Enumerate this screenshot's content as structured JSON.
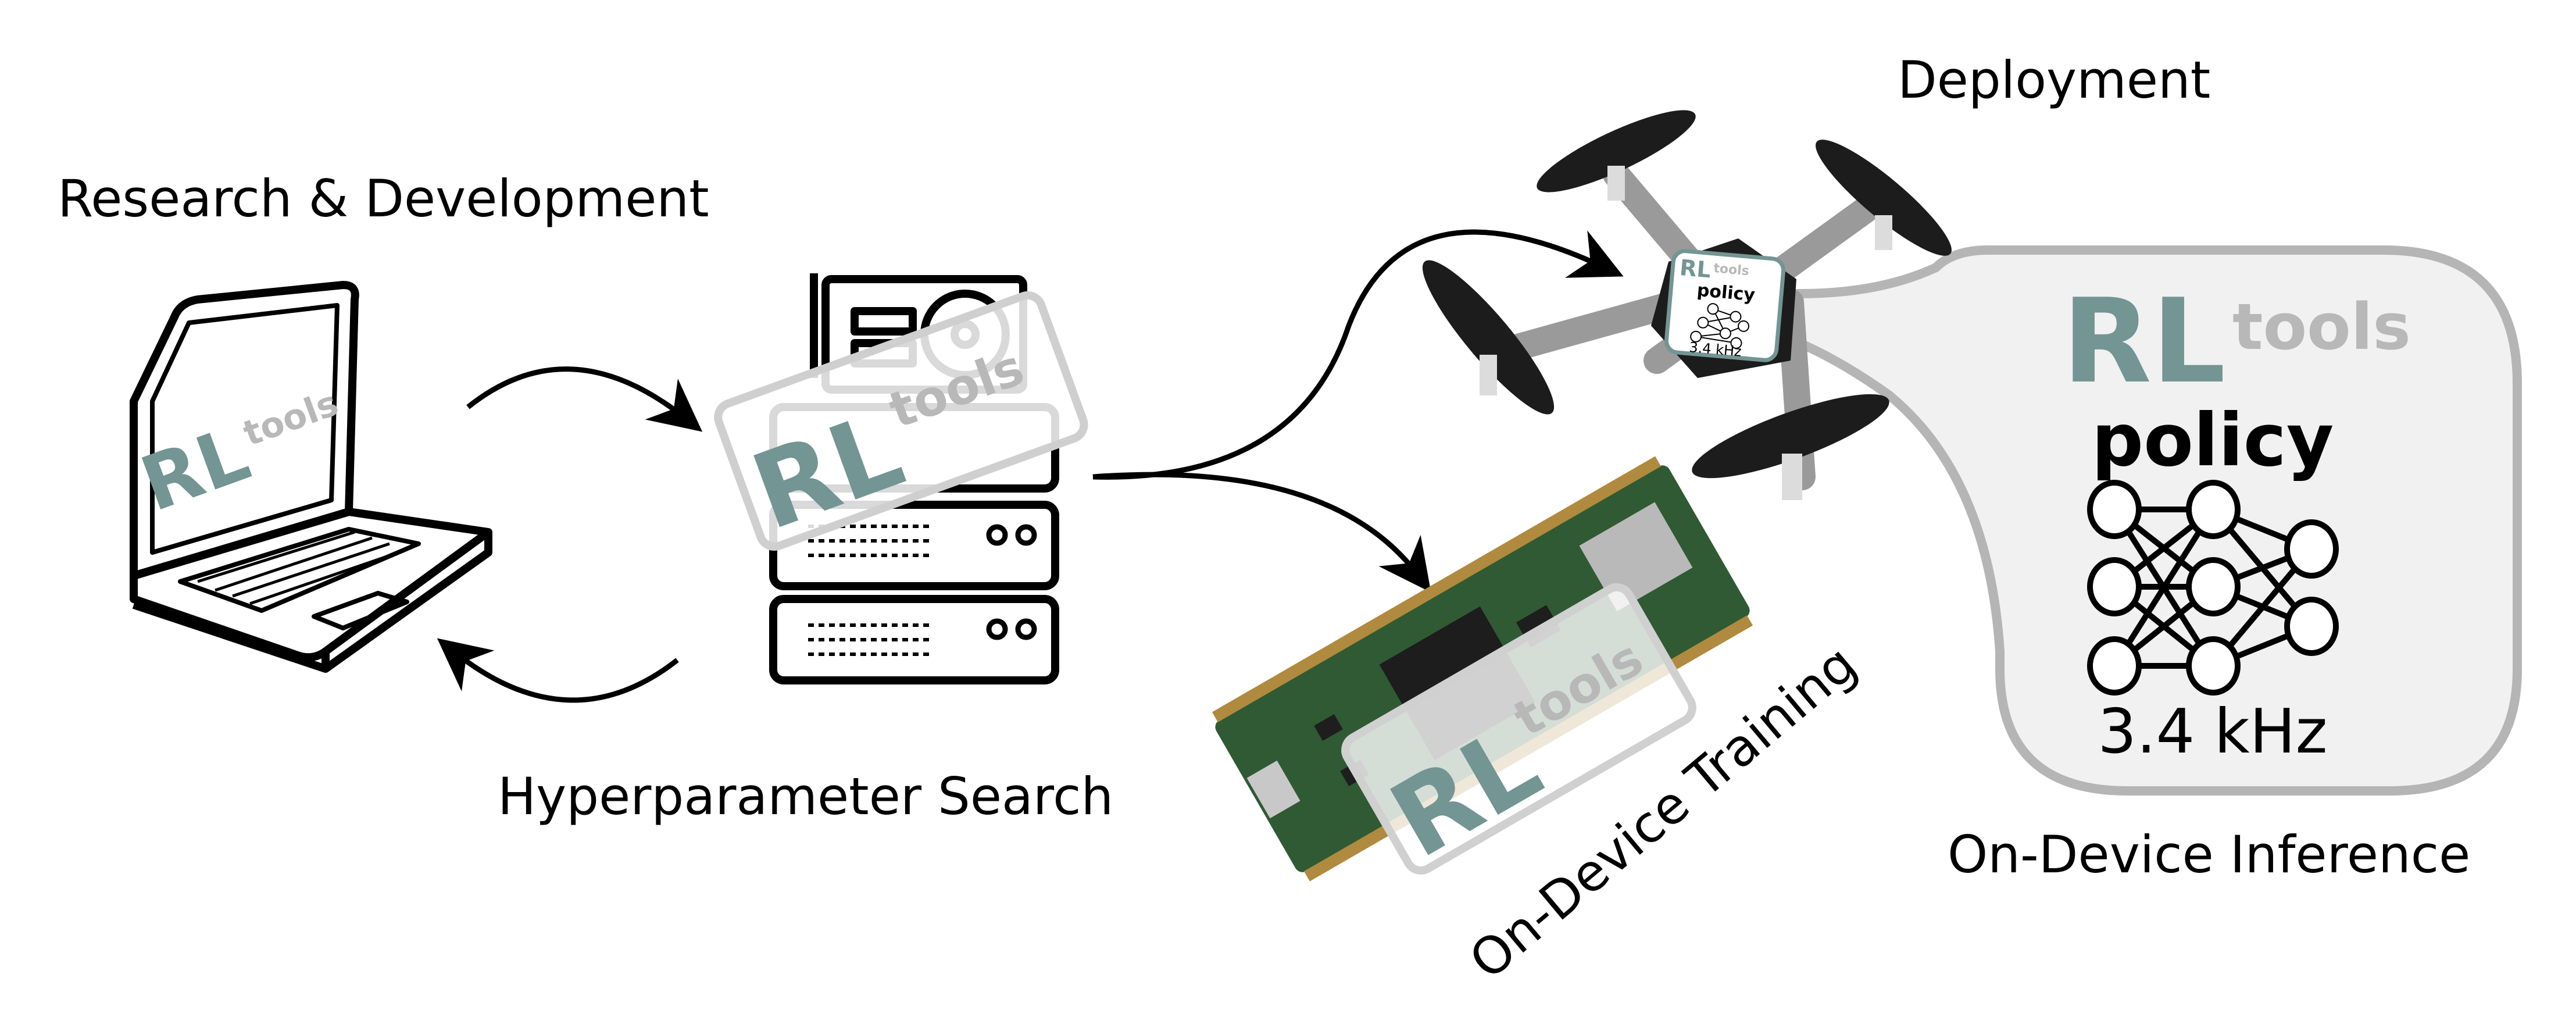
{
  "labels": {
    "research": "Research & Development",
    "hyperparameter": "Hyperparameter Search",
    "deployment": "Deployment",
    "on_device_training": "On-Device Training",
    "on_device_inference": "On-Device Inference"
  },
  "logo": {
    "rl": "RL",
    "tools": "tools"
  },
  "inference_box": {
    "title": "policy",
    "frequency": "3.4 kHz"
  },
  "colors": {
    "rl_teal": "#739594",
    "tools_gray": "#b8b8b8",
    "bubble_fill": "#f1f1f1",
    "bubble_border": "#b5b5b5",
    "pcb_green": "#2f5a33"
  }
}
